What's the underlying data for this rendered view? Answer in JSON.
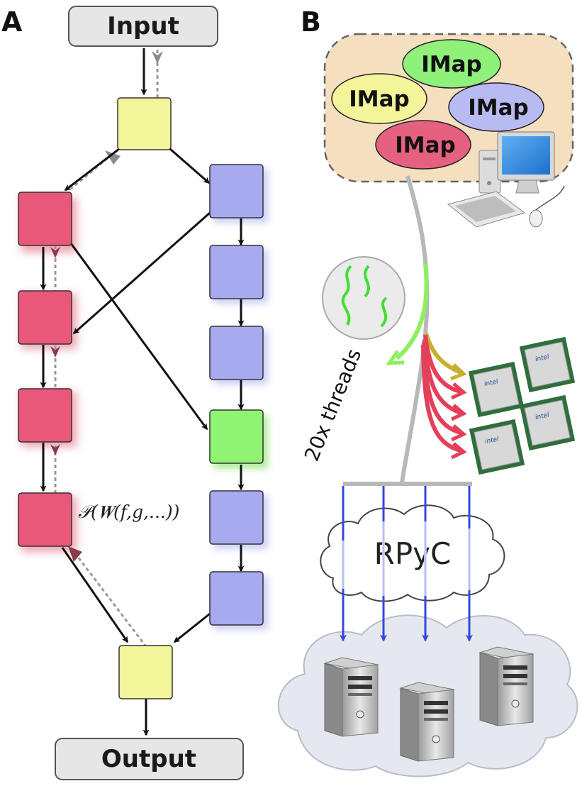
{
  "panels": {
    "a": "A",
    "b": "B"
  },
  "flow": {
    "input_label": "Input",
    "output_label": "Output",
    "formula": "𝒫(𝑾(f,g,...))"
  },
  "imap_labels": [
    "IMap",
    "IMap",
    "IMap",
    "IMap"
  ],
  "threads_label": "20x threads",
  "rpyc_label": "RPyC",
  "cpu_chip_text": "intel",
  "colors": {
    "yellow": "#f3f59a",
    "red": "#e9587b",
    "blue": "#a7aaee",
    "green": "#8ff473",
    "imap_green": "#8ff07a",
    "imap_yellow": "#f4f49b",
    "imap_blue": "#b8bbf2",
    "imap_red": "#e6607f",
    "workspace": "#f4dfbf",
    "io_box": "#e6e6e6"
  }
}
